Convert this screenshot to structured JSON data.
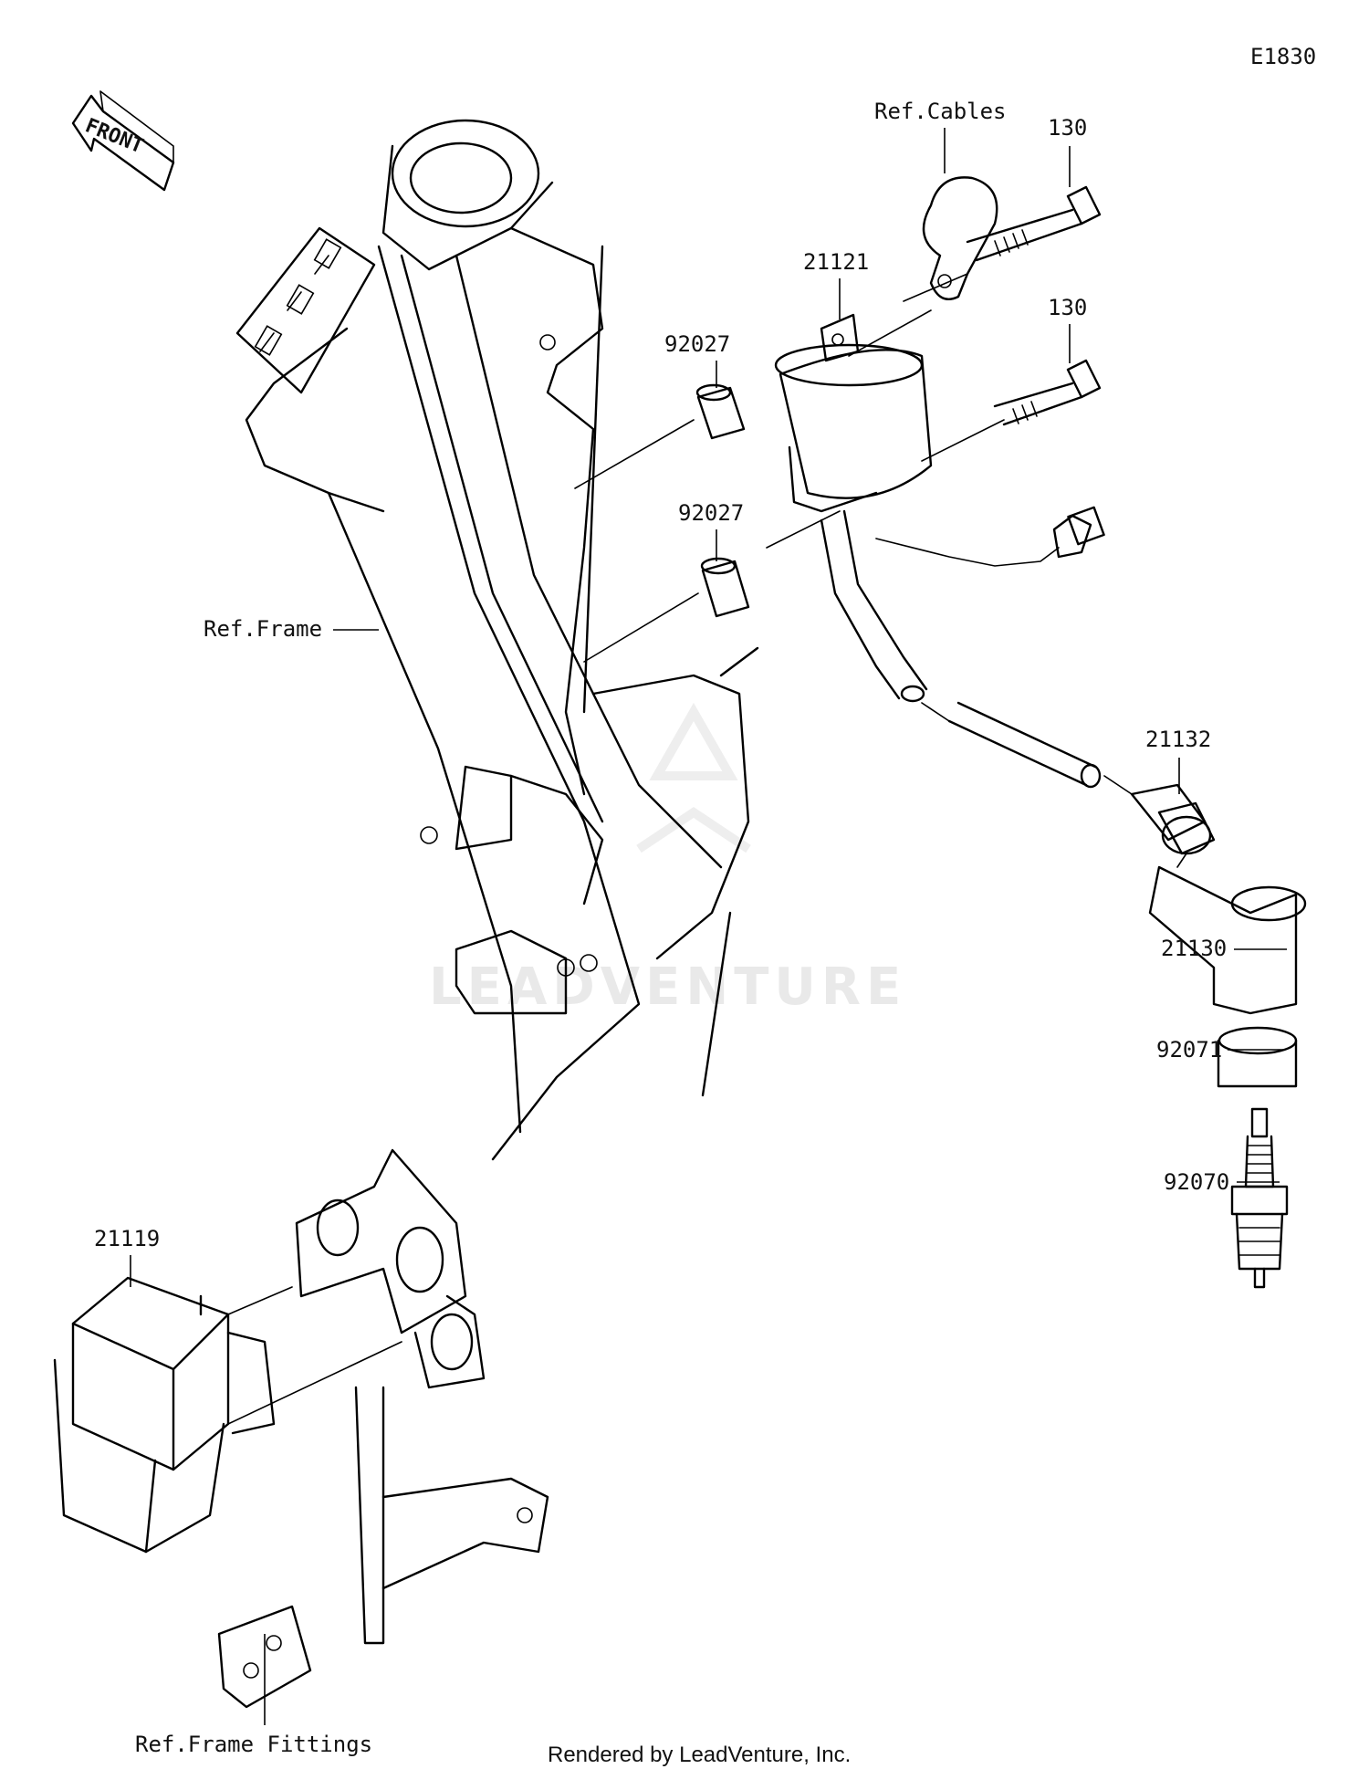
{
  "diagram_code": "E1830",
  "front_arrow_text": "FRONT",
  "watermark_text": "LEADVENTURE",
  "footer_text": "Rendered by LeadVenture, Inc.",
  "labels": {
    "ref_cables": "Ref.Cables",
    "bolt_upper": "130",
    "bolt_lower": "130",
    "coil": "21121",
    "collar_upper": "92027",
    "collar_lower": "92027",
    "ref_frame": "Ref.Frame",
    "seal": "21132",
    "plug_cap": "21130",
    "gasket": "92071",
    "spark_plug": "92070",
    "igniter": "21119",
    "ref_frame_fittings": "Ref.Frame Fittings"
  }
}
